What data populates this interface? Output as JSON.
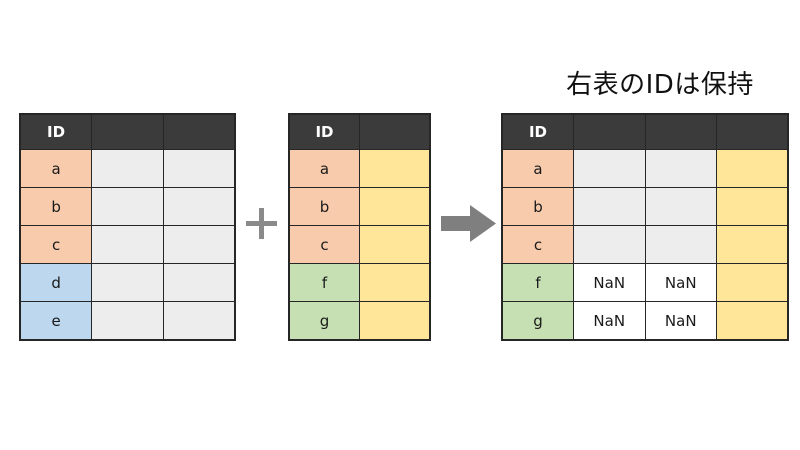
{
  "title": "右表のIDは保持",
  "icons": {
    "plus": "plus-icon",
    "arrow": "arrow-right-icon"
  },
  "colors": {
    "header_bg": "#3b3b3b",
    "header_text": "#ffffff",
    "orange": "#f8cbad",
    "blue": "#bdd7ee",
    "green": "#c6e0b4",
    "yellow": "#ffe699",
    "gray": "#ededed",
    "white": "#ffffff",
    "operator_gray": "#8a8a8a",
    "arrow_gray": "#7f7f7f",
    "border": "#262626"
  },
  "tables": {
    "left_table": {
      "header": [
        "ID",
        "",
        ""
      ],
      "rows": [
        [
          {
            "text": "a",
            "bg": "orange"
          },
          {
            "text": "",
            "bg": "gray"
          },
          {
            "text": "",
            "bg": "gray"
          }
        ],
        [
          {
            "text": "b",
            "bg": "orange"
          },
          {
            "text": "",
            "bg": "gray"
          },
          {
            "text": "",
            "bg": "gray"
          }
        ],
        [
          {
            "text": "c",
            "bg": "orange"
          },
          {
            "text": "",
            "bg": "gray"
          },
          {
            "text": "",
            "bg": "gray"
          }
        ],
        [
          {
            "text": "d",
            "bg": "blue"
          },
          {
            "text": "",
            "bg": "gray"
          },
          {
            "text": "",
            "bg": "gray"
          }
        ],
        [
          {
            "text": "e",
            "bg": "blue"
          },
          {
            "text": "",
            "bg": "gray"
          },
          {
            "text": "",
            "bg": "gray"
          }
        ]
      ]
    },
    "middle_table": {
      "header": [
        "ID",
        ""
      ],
      "rows": [
        [
          {
            "text": "a",
            "bg": "orange"
          },
          {
            "text": "",
            "bg": "yellow"
          }
        ],
        [
          {
            "text": "b",
            "bg": "orange"
          },
          {
            "text": "",
            "bg": "yellow"
          }
        ],
        [
          {
            "text": "c",
            "bg": "orange"
          },
          {
            "text": "",
            "bg": "yellow"
          }
        ],
        [
          {
            "text": "f",
            "bg": "green"
          },
          {
            "text": "",
            "bg": "yellow"
          }
        ],
        [
          {
            "text": "g",
            "bg": "green"
          },
          {
            "text": "",
            "bg": "yellow"
          }
        ]
      ]
    },
    "right_table": {
      "header": [
        "ID",
        "",
        "",
        ""
      ],
      "rows": [
        [
          {
            "text": "a",
            "bg": "orange"
          },
          {
            "text": "",
            "bg": "gray"
          },
          {
            "text": "",
            "bg": "gray"
          },
          {
            "text": "",
            "bg": "yellow"
          }
        ],
        [
          {
            "text": "b",
            "bg": "orange"
          },
          {
            "text": "",
            "bg": "gray"
          },
          {
            "text": "",
            "bg": "gray"
          },
          {
            "text": "",
            "bg": "yellow"
          }
        ],
        [
          {
            "text": "c",
            "bg": "orange"
          },
          {
            "text": "",
            "bg": "gray"
          },
          {
            "text": "",
            "bg": "gray"
          },
          {
            "text": "",
            "bg": "yellow"
          }
        ],
        [
          {
            "text": "f",
            "bg": "green"
          },
          {
            "text": "NaN",
            "bg": "white"
          },
          {
            "text": "NaN",
            "bg": "white"
          },
          {
            "text": "",
            "bg": "yellow"
          }
        ],
        [
          {
            "text": "g",
            "bg": "green"
          },
          {
            "text": "NaN",
            "bg": "white"
          },
          {
            "text": "NaN",
            "bg": "white"
          },
          {
            "text": "",
            "bg": "yellow"
          }
        ]
      ]
    }
  }
}
